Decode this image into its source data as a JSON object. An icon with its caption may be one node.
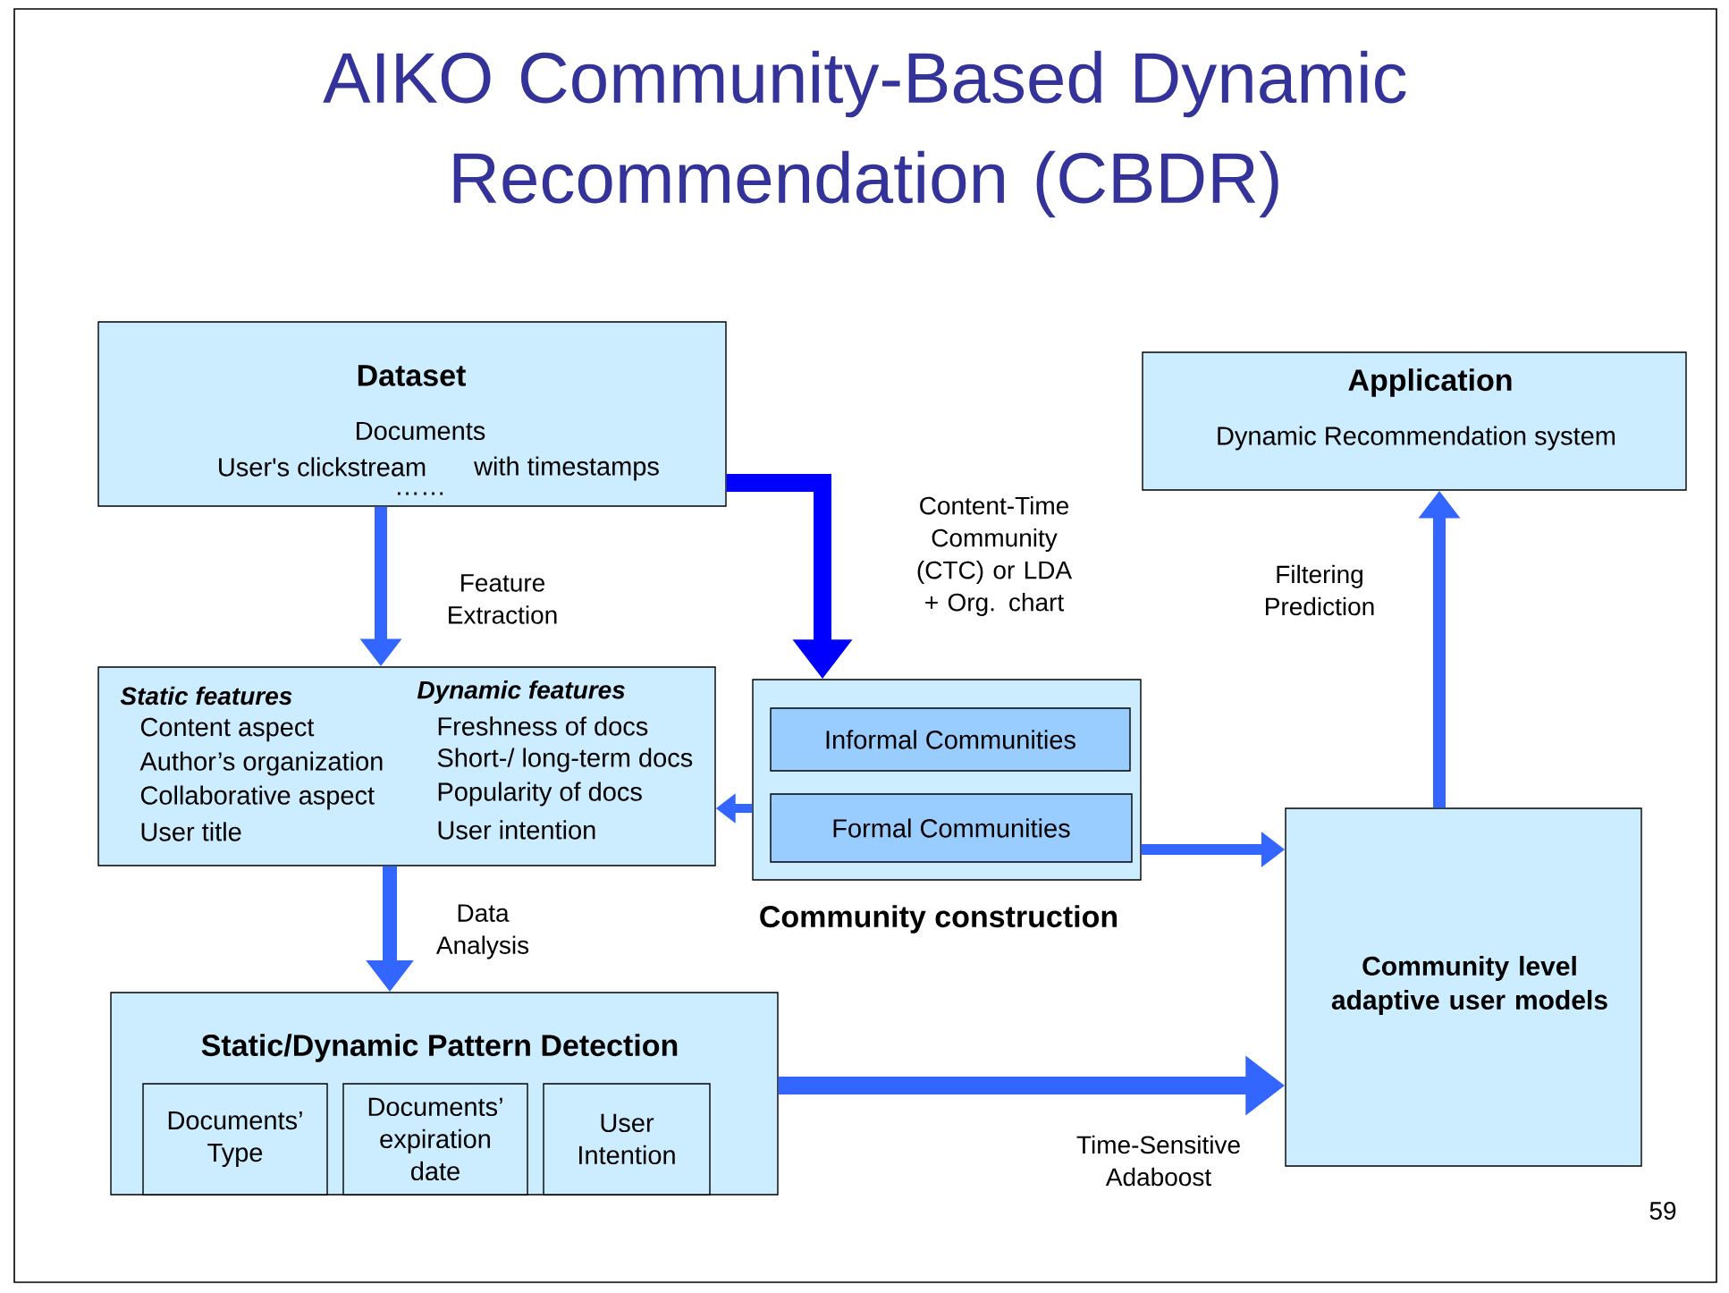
{
  "diagram": {
    "title": "AIKO Community-Based Dynamic Recommendation (CBDR)",
    "nodes": [
      {
        "text": [
          "Dataset",
          "Documents",
          "User's clickstream",
          "with timestamps",
          "……"
        ]
      },
      {
        "text": [
          "Static features",
          "Content aspect",
          "Author’s organization",
          "Collaborative aspect",
          "User title",
          "Dynamic features",
          "Freshness of docs",
          "Short-/ long-term docs",
          "Popularity of docs",
          "User intention"
        ]
      },
      {
        "text": [
          "Community construction"
        ]
      },
      {
        "text": [
          "Informal Communities"
        ],
        "in": 2
      },
      {
        "text": [
          "Formal Communities"
        ],
        "in": 2
      },
      {
        "text": [
          "Static/Dynamic Pattern Detection"
        ]
      },
      {
        "text": [
          "Documents’ Type"
        ],
        "in": 5
      },
      {
        "text": [
          "Documents’ expiration date"
        ],
        "in": 5
      },
      {
        "text": [
          "User Intention"
        ],
        "in": 5
      },
      {
        "text": [
          "Application",
          "Dynamic Recommendation system"
        ]
      },
      {
        "text": [
          "Community level adaptive user models"
        ]
      }
    ],
    "edges": [
      {
        "from": 0,
        "to": 1,
        "arrow": "to",
        "label": "Feature Extraction"
      },
      {
        "from": 0,
        "to": 2,
        "arrow": "to",
        "label": "Content-Time Community (CTC) or LDA + Org. chart",
        "color": "#0000ff"
      },
      {
        "from": 2,
        "to": 1,
        "arrow": "to"
      },
      {
        "from": 2,
        "to": 10,
        "arrow": "to"
      },
      {
        "from": 1,
        "to": 5,
        "arrow": "to",
        "label": "Data Analysis"
      },
      {
        "from": 5,
        "to": 10,
        "arrow": "to",
        "label": "Time-Sensitive Adaboost"
      },
      {
        "from": 10,
        "to": 9,
        "arrow": "to",
        "label": "Filtering Prediction"
      }
    ],
    "labels": [
      "59"
    ]
  }
}
